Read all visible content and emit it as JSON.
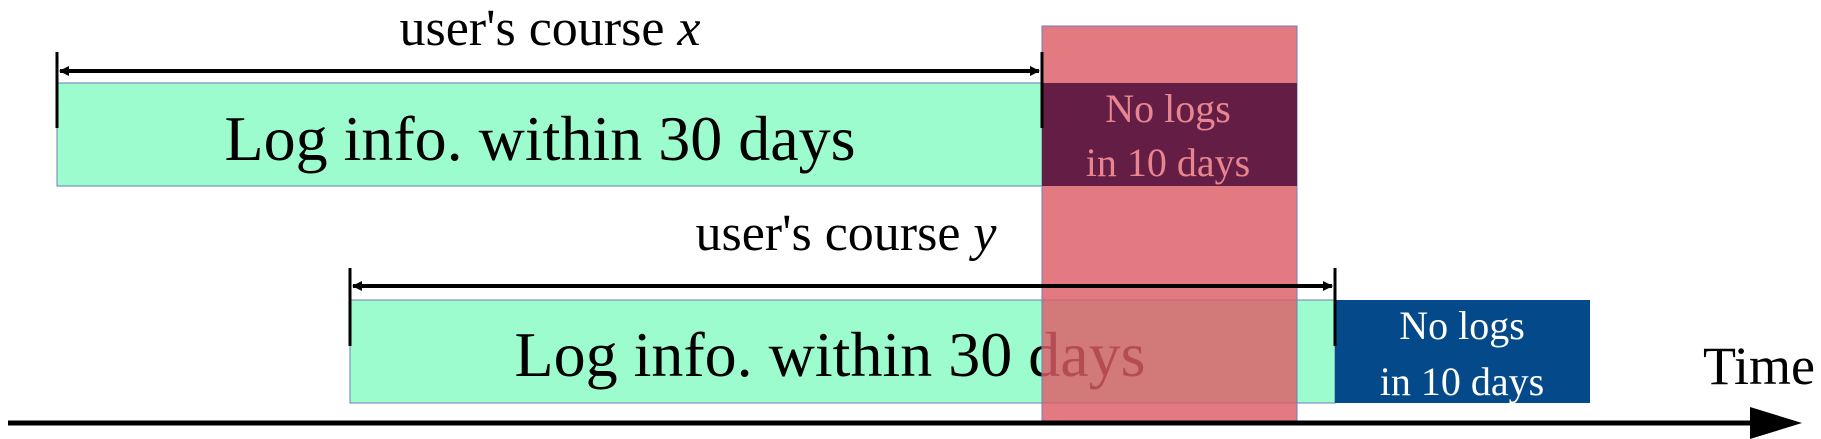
{
  "course_x": {
    "label_prefix": "user's course ",
    "label_var": "x",
    "log_block_label": "Log info. within 30 days",
    "no_log_line1": "No logs",
    "no_log_line2": "in 10 days"
  },
  "course_y": {
    "label_prefix": "user's course ",
    "label_var": "y",
    "log_block_label": "Log info. within 30 days",
    "no_log_line1": "No logs",
    "no_log_line2": "in 10 days"
  },
  "time_axis_label": "Time",
  "colors": {
    "log_block_fill": "#9cfcce",
    "log_block_stroke": "#6a7fc0",
    "overlap_fill": "#dd5d67",
    "no_log_dark_fill": "#641e45",
    "no_log_blue_fill": "#044a8b",
    "no_log_dark_text": "#e8858e",
    "no_log_blue_text": "#ffffff",
    "overlap_text": "#6b0d0d",
    "arrow": "#000000"
  }
}
